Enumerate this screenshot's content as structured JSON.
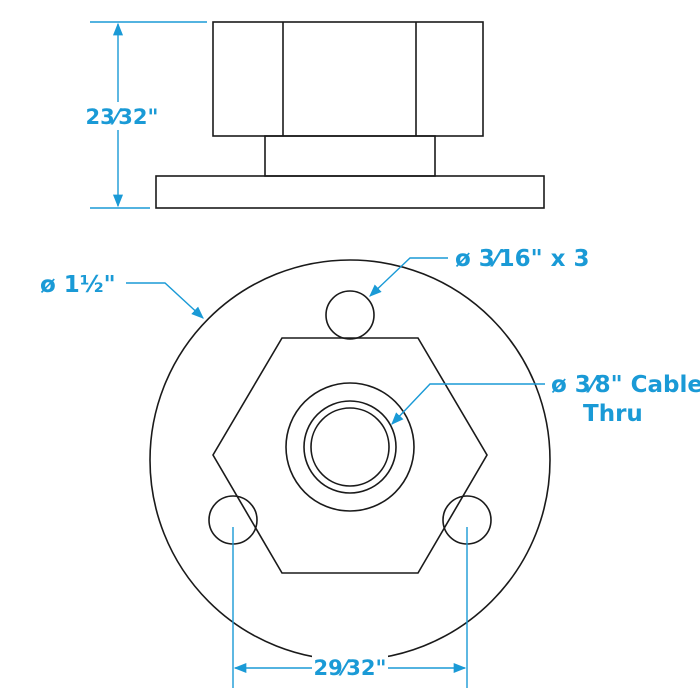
{
  "dimensions": {
    "height": "23⁄32\"",
    "outer_diameter": "ø 1½\"",
    "hole_diameter": "ø 3⁄16\" x 3",
    "cable_thru_line1": "ø 3⁄8\" Cable",
    "cable_thru_line2": "Thru",
    "hole_spacing": "29⁄32\""
  },
  "colors": {
    "dimension": "#1a9ad6",
    "outline": "#1a1a1a"
  }
}
